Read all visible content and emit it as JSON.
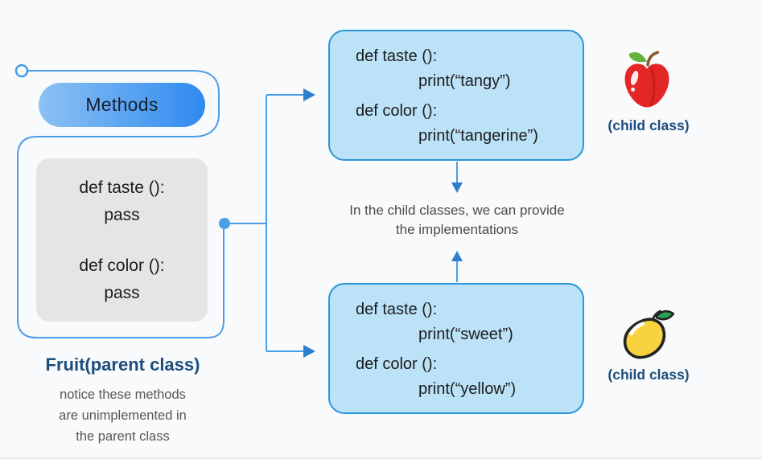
{
  "colors": {
    "bg": "#f8fafc",
    "line_blue": "#4a9ee5",
    "arrow_blue": "#2e7fc9",
    "box_border": "#2a96d6",
    "box_fill": "#bce2f8",
    "gray_box": "#e5e5e6",
    "title_blue": "#1d4d7c",
    "note_gray": "#575757",
    "code_text": "#1c1c1c",
    "pill_start": "#8cc1f3",
    "pill_end": "#2f8af0"
  },
  "parent_class": {
    "methods_label": "Methods",
    "code_lines": [
      "def taste ():",
      "pass",
      "",
      "def color ():",
      "pass"
    ],
    "title": "Fruit(parent class)",
    "note_lines": [
      "notice these methods",
      "are unimplemented in",
      "the parent class"
    ]
  },
  "child_class_top": {
    "code_lines": [
      "def taste ():",
      "print(“tangy”)",
      "def color ():",
      "print(“tangerine”)"
    ],
    "icon": "apple-icon",
    "label": "(child class)"
  },
  "child_class_bottom": {
    "code_lines": [
      "def taste ():",
      "print(“sweet”)",
      "def color ():",
      "print(“yellow”)"
    ],
    "icon": "mango-icon",
    "label": "(child class)"
  },
  "annotation": {
    "lines": [
      "In the child classes, we can provide",
      "the implementations"
    ]
  }
}
